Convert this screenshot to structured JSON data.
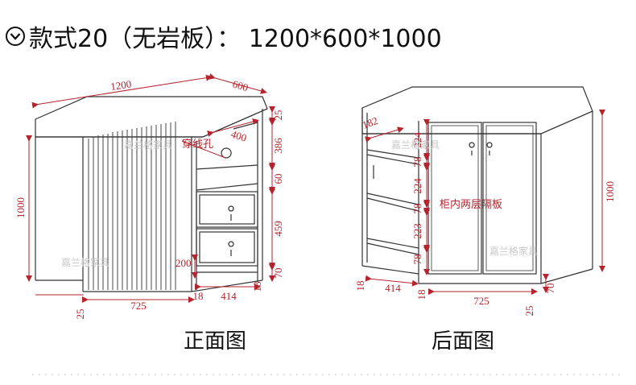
{
  "title": "款式20（无岩板）：  1200*600*1000",
  "icons": {
    "title": "chevron-circle-down-icon"
  },
  "colors": {
    "dimension": "#b5232d",
    "line": "#333333",
    "watermark": "#c9c9c9"
  },
  "front_view": {
    "label": "正面图",
    "dims": {
      "width": "1200",
      "depth": "600",
      "height": "1000",
      "h1": "25",
      "h2": "386",
      "h3": "60",
      "h4": "459",
      "h5": "70",
      "shelf_depth": "400",
      "drawer_depth": "200",
      "bottom_left": "25",
      "bottom_door": "725",
      "bottom_side1": "18",
      "bottom_drawer": "414",
      "bottom_side2": "18"
    },
    "hole_label": "穿线孔",
    "watermark_1": "嘉兰格家具",
    "watermark_2": "嘉兰格家具"
  },
  "back_view": {
    "label": "后面图",
    "dims": {
      "top_offset": "182",
      "s1": "224",
      "s2": "78",
      "s3": "224",
      "s4": "78",
      "s5": "223",
      "s6": "78",
      "height": "1000",
      "bottom_side1": "18",
      "bottom_shelf": "414",
      "bottom_side2": "18",
      "bottom_door": "725",
      "bottom_right": "25",
      "base": "70"
    },
    "partition_label": "柜内两层隔板",
    "watermark_1": "嘉兰格家具",
    "watermark_2": "嘉兰格家具"
  }
}
